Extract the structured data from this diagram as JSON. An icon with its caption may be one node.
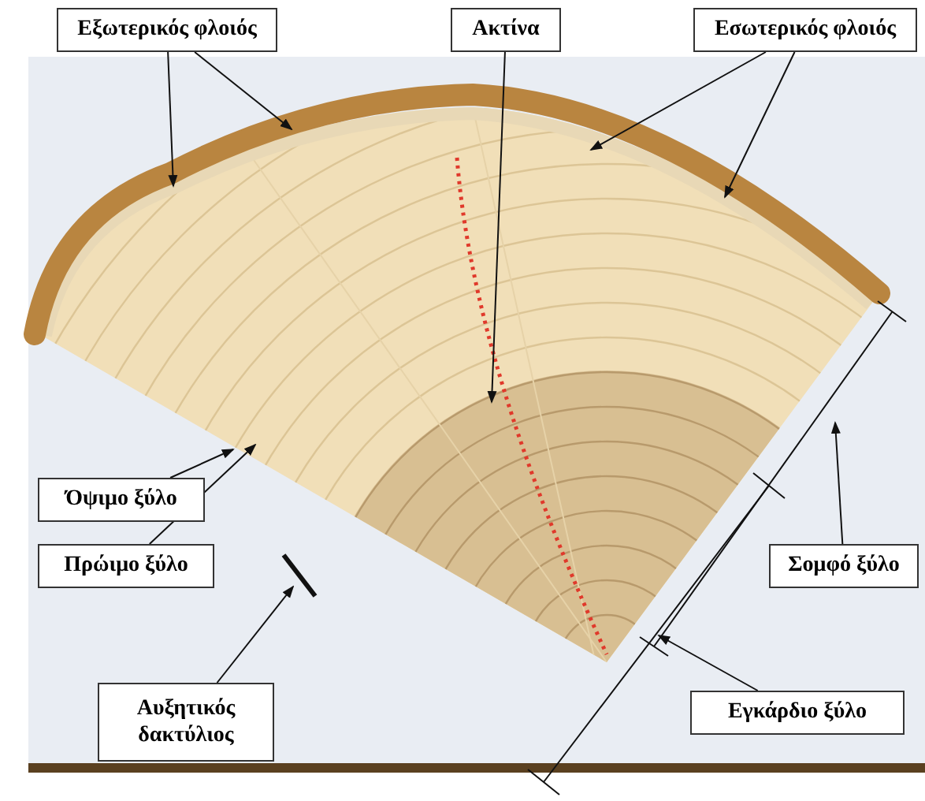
{
  "diagram": {
    "nodes": [
      {
        "text": [
          "Εξωτερικός φλοιός"
        ]
      },
      {
        "text": [
          "Ακτίνα"
        ]
      },
      {
        "text": [
          "Εσωτερικός φλοιός"
        ]
      },
      {
        "text": [
          "Όψιμο ξύλο"
        ]
      },
      {
        "text": [
          "Πρώιμο ξύλο"
        ]
      },
      {
        "text": [
          "Αυξητικός δακτύλιος"
        ]
      },
      {
        "text": [
          "Σομφό ξύλο"
        ]
      },
      {
        "text": [
          "Εγκάρδιο ξύλο"
        ]
      }
    ],
    "edges": [
      {
        "from": 0,
        "to": null,
        "arrow": "to"
      },
      {
        "from": 0,
        "to": null,
        "arrow": "to"
      },
      {
        "from": 1,
        "to": null,
        "arrow": "to"
      },
      {
        "from": 2,
        "to": null,
        "arrow": "to"
      },
      {
        "from": 2,
        "to": null,
        "arrow": "to"
      },
      {
        "from": 3,
        "to": null,
        "arrow": "to"
      },
      {
        "from": 4,
        "to": null,
        "arrow": "to"
      },
      {
        "from": 5,
        "to": null,
        "arrow": "to"
      },
      {
        "from": 6,
        "to": null,
        "arrow": "to"
      },
      {
        "from": 7,
        "to": null,
        "arrow": "to"
      }
    ]
  }
}
